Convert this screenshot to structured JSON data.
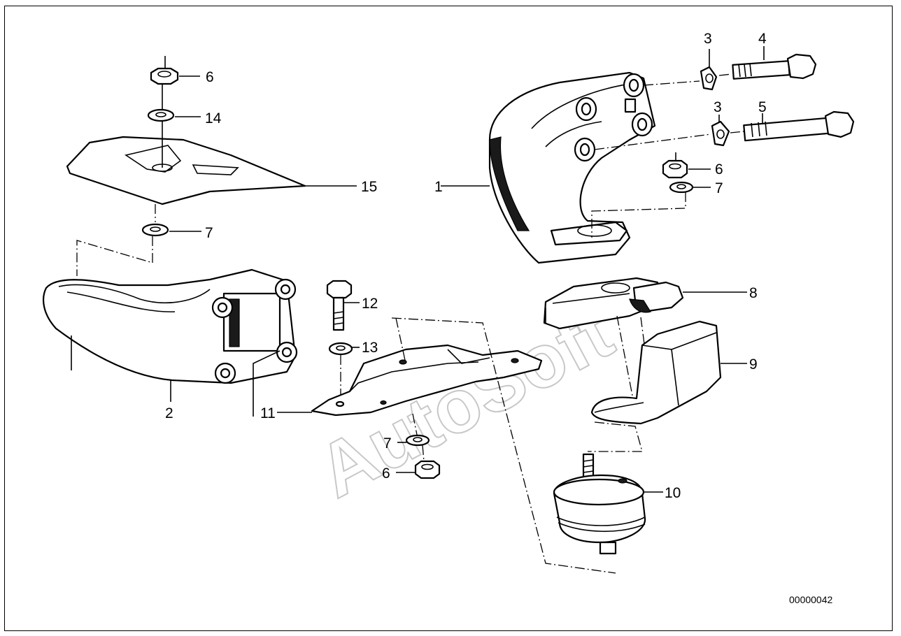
{
  "callouts": {
    "c1": "1",
    "c2": "2",
    "c3a": "3",
    "c3b": "3",
    "c4": "4",
    "c5": "5",
    "c6a": "6",
    "c6b": "6",
    "c6c": "6",
    "c7a": "7",
    "c7b": "7",
    "c7c": "7",
    "c8": "8",
    "c9": "9",
    "c10": "10",
    "c11": "11",
    "c12": "12",
    "c13": "13",
    "c14": "14",
    "c15": "15"
  },
  "watermark": "AutoSoft",
  "diagram_code": "00000042",
  "icons": [
    "hex-nut-icon",
    "washer-icon",
    "bolt-icon",
    "rubber-mount-icon"
  ]
}
